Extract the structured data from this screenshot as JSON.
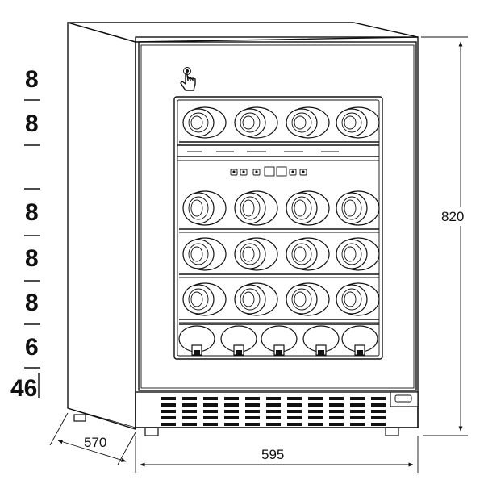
{
  "dimensions": {
    "height": "820",
    "width": "595",
    "depth": "570"
  },
  "shelf_counts": [
    "8",
    "8",
    "8",
    "8",
    "8",
    "6",
    "46"
  ],
  "icons": {
    "door_handle": "touch-open-hand-icon",
    "control_panel": "control-panel-buttons-icon"
  }
}
